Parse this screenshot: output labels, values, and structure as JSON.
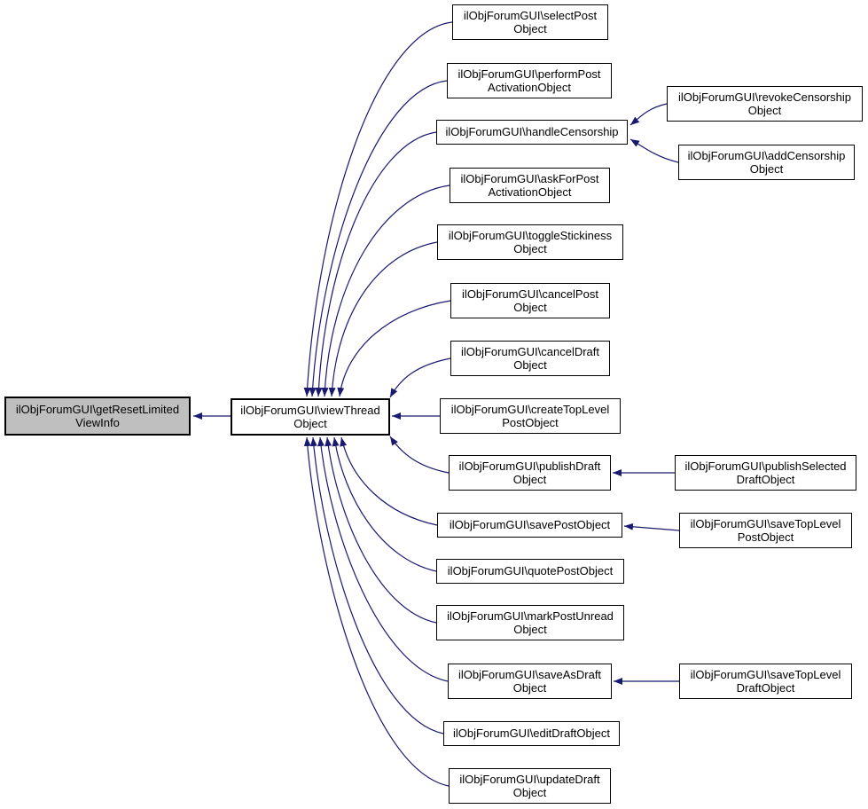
{
  "diagram": {
    "type": "call-graph",
    "background_color": "#ffffff",
    "edge_color": "#191970",
    "node_fill": "#ffffff",
    "highlight_node_fill": "#bfbfbf",
    "node_border_color": "#000000",
    "nodes": [
      {
        "id": "getResetLimitedViewInfo",
        "label": "ilObjForumGUI\\getResetLimited\nViewInfo",
        "highlighted": true
      },
      {
        "id": "viewThreadObject",
        "label": "ilObjForumGUI\\viewThread\nObject",
        "highlighted": false
      },
      {
        "id": "selectPostObject",
        "label": "ilObjForumGUI\\selectPost\nObject",
        "highlighted": false
      },
      {
        "id": "performPostActivationObject",
        "label": "ilObjForumGUI\\performPost\nActivationObject",
        "highlighted": false
      },
      {
        "id": "handleCensorship",
        "label": "ilObjForumGUI\\handleCensorship",
        "highlighted": false
      },
      {
        "id": "revokeCensorshipObject",
        "label": "ilObjForumGUI\\revokeCensorship\nObject",
        "highlighted": false
      },
      {
        "id": "addCensorshipObject",
        "label": "ilObjForumGUI\\addCensorship\nObject",
        "highlighted": false
      },
      {
        "id": "askForPostActivationObject",
        "label": "ilObjForumGUI\\askForPost\nActivationObject",
        "highlighted": false
      },
      {
        "id": "toggleStickinessObject",
        "label": "ilObjForumGUI\\toggleStickiness\nObject",
        "highlighted": false
      },
      {
        "id": "cancelPostObject",
        "label": "ilObjForumGUI\\cancelPost\nObject",
        "highlighted": false
      },
      {
        "id": "cancelDraftObject",
        "label": "ilObjForumGUI\\cancelDraft\nObject",
        "highlighted": false
      },
      {
        "id": "createTopLevelPostObject",
        "label": "ilObjForumGUI\\createTopLevel\nPostObject",
        "highlighted": false
      },
      {
        "id": "publishDraftObject",
        "label": "ilObjForumGUI\\publishDraft\nObject",
        "highlighted": false
      },
      {
        "id": "publishSelectedDraftObject",
        "label": "ilObjForumGUI\\publishSelected\nDraftObject",
        "highlighted": false
      },
      {
        "id": "savePostObject",
        "label": "ilObjForumGUI\\savePostObject",
        "highlighted": false
      },
      {
        "id": "saveTopLevelPostObject",
        "label": "ilObjForumGUI\\saveTopLevel\nPostObject",
        "highlighted": false
      },
      {
        "id": "quotePostObject",
        "label": "ilObjForumGUI\\quotePostObject",
        "highlighted": false
      },
      {
        "id": "markPostUnreadObject",
        "label": "ilObjForumGUI\\markPostUnread\nObject",
        "highlighted": false
      },
      {
        "id": "saveAsDraftObject",
        "label": "ilObjForumGUI\\saveAsDraft\nObject",
        "highlighted": false
      },
      {
        "id": "saveTopLevelDraftObject",
        "label": "ilObjForumGUI\\saveTopLevel\nDraftObject",
        "highlighted": false
      },
      {
        "id": "editDraftObject",
        "label": "ilObjForumGUI\\editDraftObject",
        "highlighted": false
      },
      {
        "id": "updateDraftObject",
        "label": "ilObjForumGUI\\updateDraft\nObject",
        "highlighted": false
      }
    ],
    "edges": [
      {
        "from": "viewThreadObject",
        "to": "getResetLimitedViewInfo"
      },
      {
        "from": "selectPostObject",
        "to": "viewThreadObject"
      },
      {
        "from": "performPostActivationObject",
        "to": "viewThreadObject"
      },
      {
        "from": "handleCensorship",
        "to": "viewThreadObject"
      },
      {
        "from": "askForPostActivationObject",
        "to": "viewThreadObject"
      },
      {
        "from": "toggleStickinessObject",
        "to": "viewThreadObject"
      },
      {
        "from": "cancelPostObject",
        "to": "viewThreadObject"
      },
      {
        "from": "cancelDraftObject",
        "to": "viewThreadObject"
      },
      {
        "from": "createTopLevelPostObject",
        "to": "viewThreadObject"
      },
      {
        "from": "publishDraftObject",
        "to": "viewThreadObject"
      },
      {
        "from": "savePostObject",
        "to": "viewThreadObject"
      },
      {
        "from": "quotePostObject",
        "to": "viewThreadObject"
      },
      {
        "from": "markPostUnreadObject",
        "to": "viewThreadObject"
      },
      {
        "from": "saveAsDraftObject",
        "to": "viewThreadObject"
      },
      {
        "from": "editDraftObject",
        "to": "viewThreadObject"
      },
      {
        "from": "updateDraftObject",
        "to": "viewThreadObject"
      },
      {
        "from": "revokeCensorshipObject",
        "to": "handleCensorship"
      },
      {
        "from": "addCensorshipObject",
        "to": "handleCensorship"
      },
      {
        "from": "publishSelectedDraftObject",
        "to": "publishDraftObject"
      },
      {
        "from": "saveTopLevelPostObject",
        "to": "savePostObject"
      },
      {
        "from": "saveTopLevelDraftObject",
        "to": "saveAsDraftObject"
      }
    ]
  }
}
